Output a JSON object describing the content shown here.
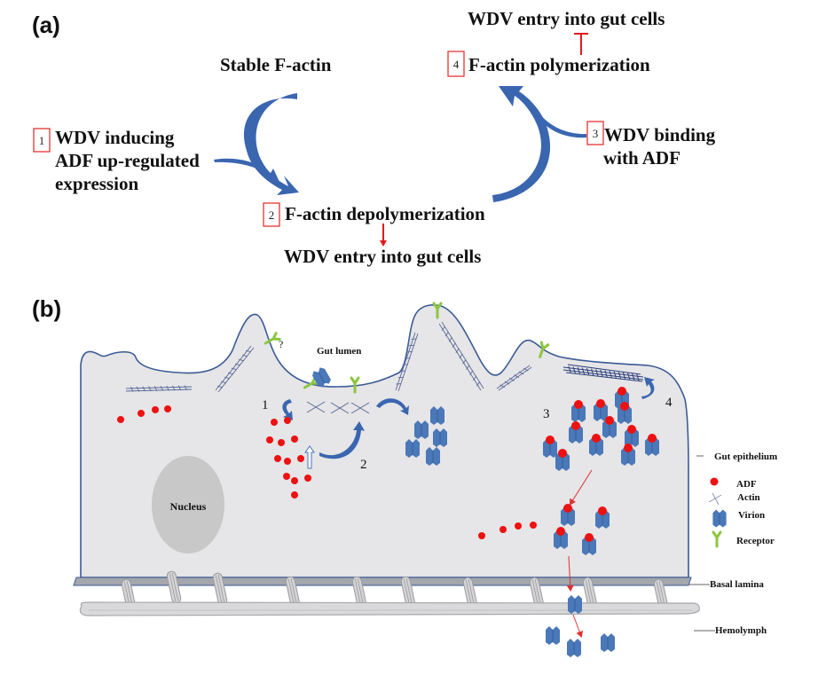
{
  "panel_a": {
    "label": "(a)",
    "stable_label": "Stable F-actin",
    "steps": [
      {
        "number": "1",
        "lines": [
          "WDV inducing",
          "ADF up-regulated",
          "expression"
        ]
      },
      {
        "number": "2",
        "lines": [
          "F-actin depolymerization"
        ]
      },
      {
        "number": "3",
        "lines": [
          "WDV binding",
          "with ADF"
        ]
      },
      {
        "number": "4",
        "lines": [
          "F-actin polymerization"
        ]
      }
    ],
    "outcome_promote": "WDV entry into gut cells",
    "outcome_inhibit": "WDV entry into gut cells",
    "colors": {
      "arrow": "#3a66b0",
      "box": "#e53333",
      "link": "#e01b1b"
    }
  },
  "panel_b": {
    "label": "(b)",
    "gut_lumen_label": "Gut lumen",
    "nucleus_label": "Nucleus",
    "receptor_question": "?",
    "step_numbers": [
      "1",
      "2",
      "3",
      "4"
    ],
    "structure_labels": {
      "gut_epithelium": "Gut epithelium",
      "basal_lamina": "Basal lamina",
      "hemolymph": "Hemolymph"
    },
    "legend": [
      {
        "icon": "adf-dot-icon",
        "label": "ADF"
      },
      {
        "icon": "actin-cross-icon",
        "label": "Actin"
      },
      {
        "icon": "virion-icon",
        "label": "Virion"
      },
      {
        "icon": "receptor-icon",
        "label": "Receptor"
      }
    ],
    "colors": {
      "cell_fill": "#e6e5e7",
      "cell_outline": "#3b5b96",
      "adf": "#ee1111",
      "virion": "#4a78b8",
      "receptor": "#8cc63f",
      "actin": "#3b4f8a",
      "nucleus": "#c8c8c8",
      "lamina": "#a4a7ad",
      "arrow": "#3a66b0",
      "transport_arrow": "#e03030"
    }
  }
}
